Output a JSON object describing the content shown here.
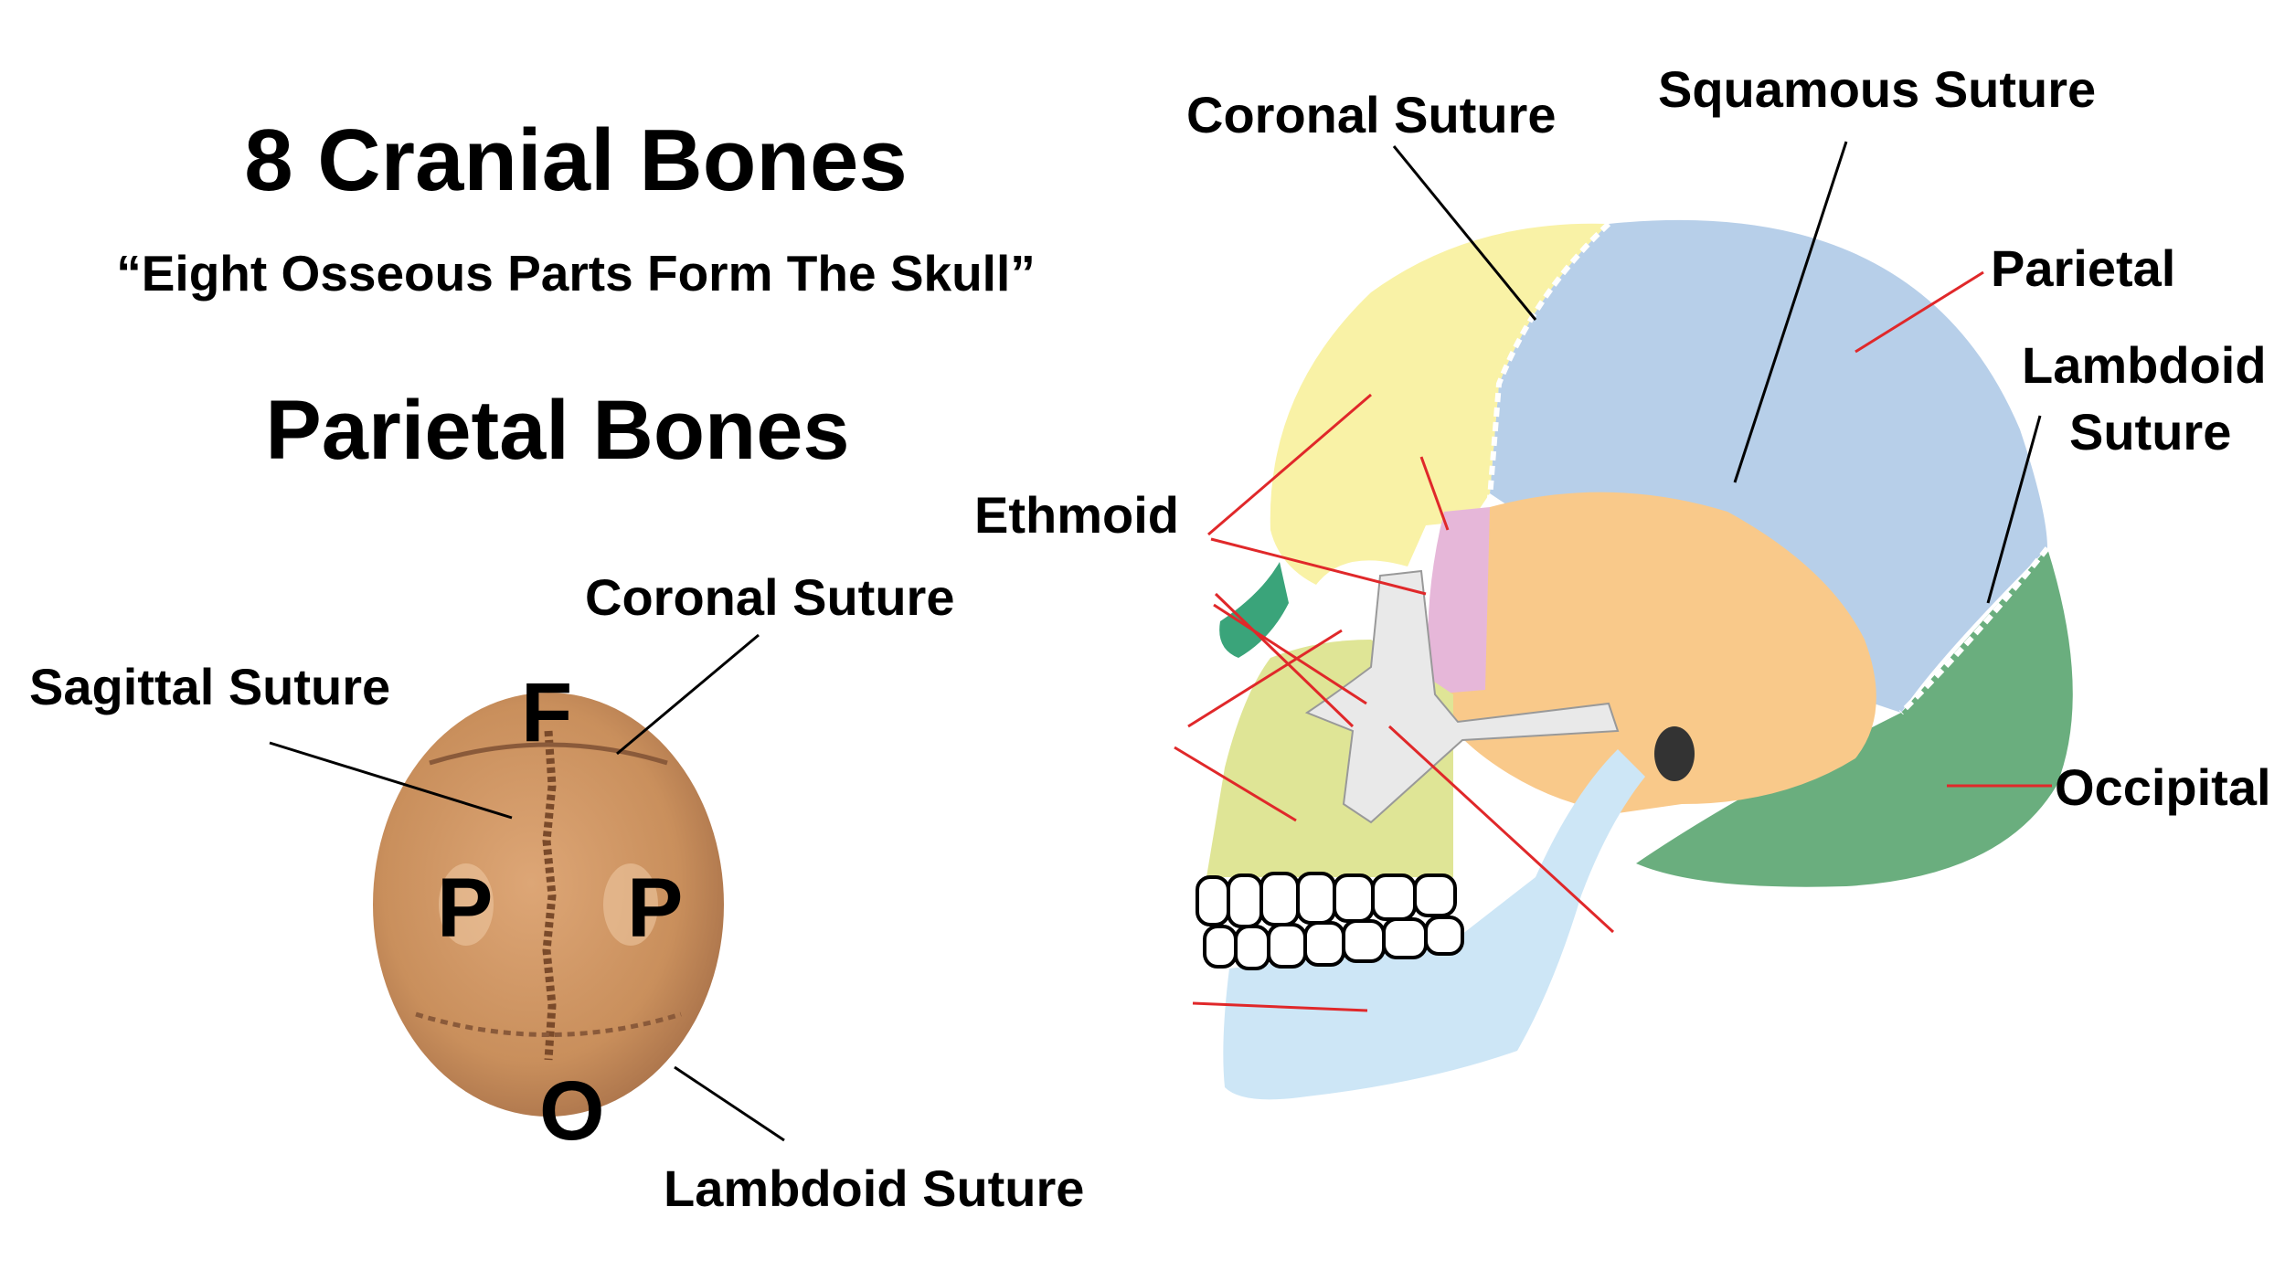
{
  "title": "8 Cranial Bones",
  "mnemonic": "“Eight Osseous Parts Form The Skull”",
  "subtitle": "Parietal Bones",
  "top_view": {
    "labels": {
      "coronal": "Coronal Suture",
      "sagittal": "Sagittal Suture",
      "lambdoid": "Lambdoid Suture"
    },
    "letters": {
      "front": "F",
      "left": "P",
      "right": "P",
      "back": "O"
    }
  },
  "side_view": {
    "labels": {
      "coronal": "Coronal Suture",
      "squamous": "Squamous Suture",
      "parietal": "Parietal",
      "lambdoid_line1": "Lambdoid",
      "lambdoid_line2": "Suture",
      "ethmoid": "Ethmoid",
      "occipital": "Occipital"
    }
  },
  "colors": {
    "frontal": "#f9f2a6",
    "parietal": "#b7cfe9",
    "temporal": "#f9c98a",
    "occipital": "#6aae7e",
    "sphenoid": "#e6b7d9",
    "zygomatic": "#e9e9e9",
    "maxilla": "#dfe596",
    "mandible": "#cde6f6",
    "nasal": "#3aa47a",
    "skull_top": "#c98f5c",
    "red_line": "#e0282a"
  }
}
